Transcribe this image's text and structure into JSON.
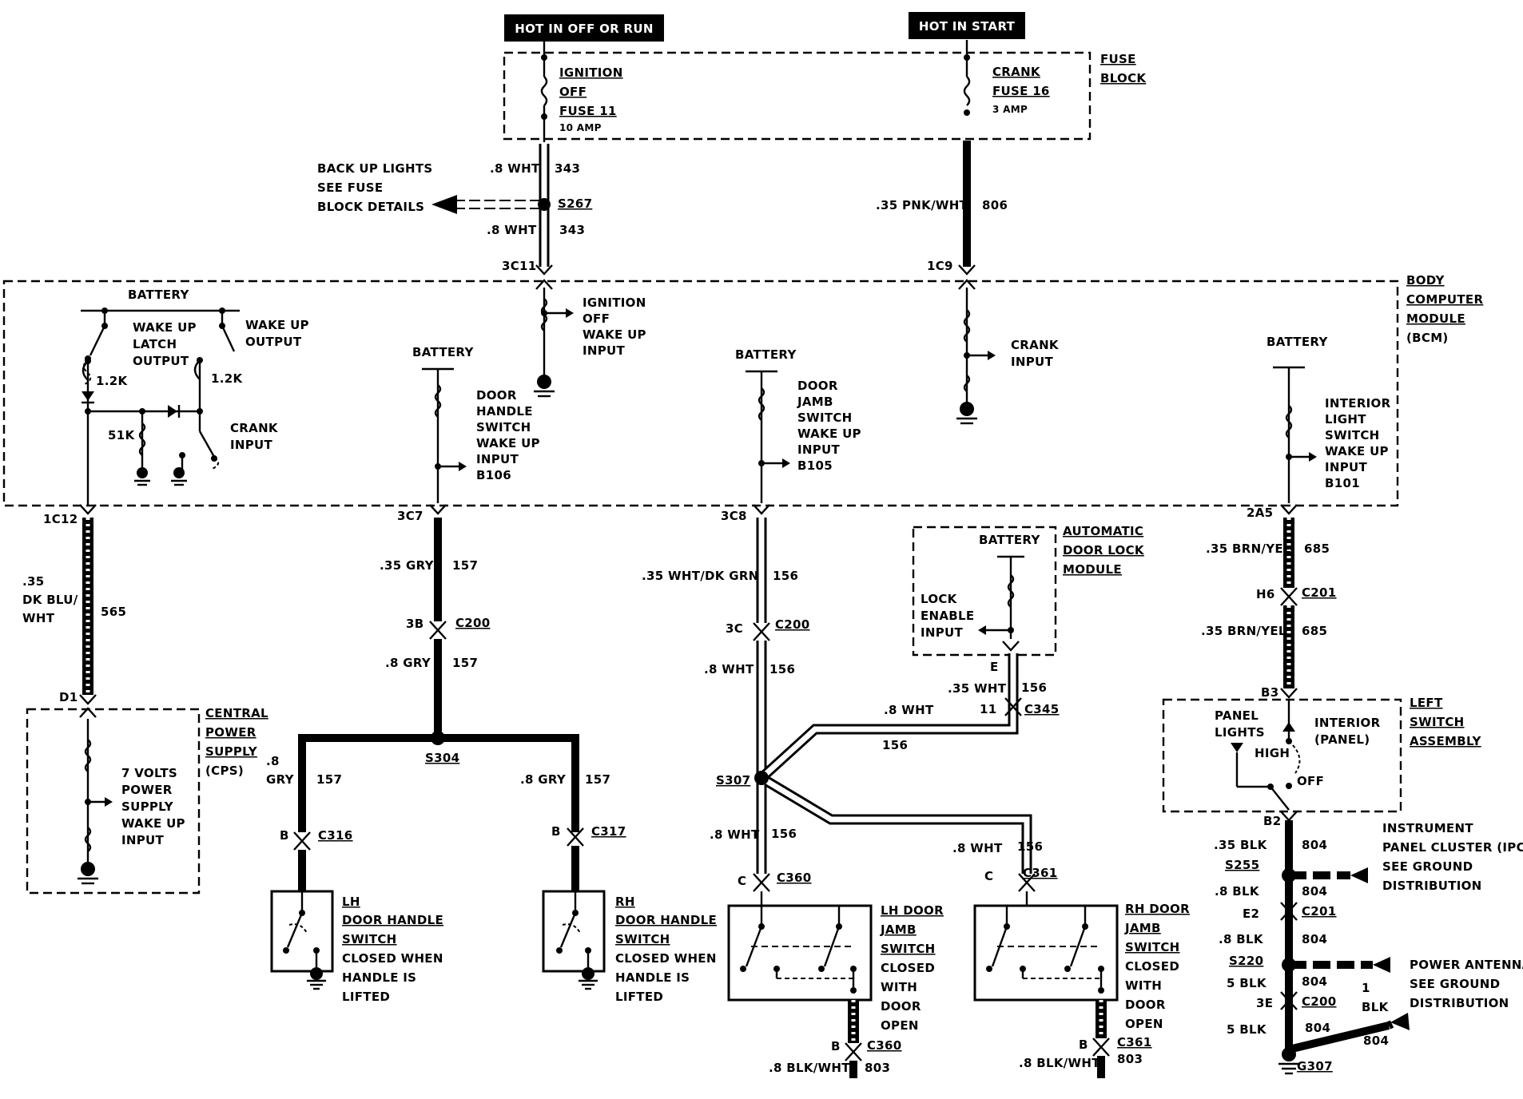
{
  "headers": {
    "hot_run": "HOT IN OFF OR RUN",
    "hot_start": "HOT IN START"
  },
  "fuse_block": {
    "title": [
      "FUSE",
      "BLOCK"
    ],
    "fuse11": [
      "IGNITION",
      "OFF",
      "FUSE 11",
      "10 AMP"
    ],
    "fuse16": [
      "CRANK",
      "FUSE 16",
      "3 AMP"
    ]
  },
  "backup": {
    "lines": [
      "BACK UP LIGHTS",
      "SEE FUSE",
      "BLOCK DETAILS"
    ]
  },
  "wires": {
    "w343_top": ".8 WHT",
    "c343_top": "343",
    "s267": "S267",
    "w343_bot": ".8 WHT",
    "c343_bot": "343",
    "w806": ".35 PNK/WHT",
    "c806": "806",
    "w565": [
      ".35",
      "DK BLU/",
      "WHT"
    ],
    "c565": "565",
    "w157a": ".35 GRY",
    "c157a": "157",
    "w157b": ".8 GRY",
    "c157b": "157",
    "s304": "S304",
    "w157c": [
      ".8",
      "GRY"
    ],
    "c157c": "157",
    "w157d": ".8 GRY",
    "c157d": "157",
    "w156a": ".35 WHT/DK GRN",
    "c156a": "156",
    "w156b": ".8 WHT",
    "c156b": "156",
    "s307": "S307",
    "w156c": ".8 WHT",
    "c156c": "156",
    "w156d": ".35 WHT",
    "c156d": "156",
    "w156e": ".8 WHT",
    "c156e": "156",
    "w156f": ".8 WHT",
    "c156f": "156",
    "w803a": ".8 BLK/WHT",
    "c803a": "803",
    "w803b": ".8 BLK/WHT",
    "c803b": "803",
    "w685a": ".35 BRN/YEL",
    "c685a": "685",
    "w685b": ".35 BRN/YEL",
    "c685b": "685",
    "w804a": ".35 BLK",
    "c804a": "804",
    "w804b": ".8 BLK",
    "c804b": "804",
    "w804c": ".8 BLK",
    "c804c": "804",
    "w804d": "5 BLK",
    "c804d": "804",
    "w804e": "5 BLK",
    "c804e": "804",
    "w804f": [
      "1",
      "BLK"
    ],
    "c804f": "804",
    "s255": "S255",
    "s220": "S220",
    "g307": "G307"
  },
  "connectors": {
    "3C11": "3C11",
    "1C9": "1C9",
    "1C12": "1C12",
    "3C7": "3C7",
    "3C8": "3C8",
    "2A5": "2A5",
    "3B": "3B",
    "C200a": "C200",
    "3C": "3C",
    "C200b": "C200",
    "H6": "H6",
    "C201a": "C201",
    "B3": "B3",
    "D1": "D1",
    "E": "E",
    "11": "11",
    "C345": "C345",
    "B_C316": "B",
    "C316": "C316",
    "B_C317": "B",
    "C317": "C317",
    "C_C360": "C",
    "C360": "C360",
    "C_C361": "C",
    "C361": "C361",
    "B_C360b": "B",
    "C360b": "C360",
    "B_C361b": "B",
    "C361b": "C361",
    "B2": "B2",
    "E2": "E2",
    "C201b": "C201",
    "3E": "3E",
    "C200c": "C200"
  },
  "bcm": {
    "title": [
      "BODY",
      "COMPUTER",
      "MODULE",
      "(BCM)"
    ],
    "battery1": "BATTERY",
    "wake_latch": [
      "WAKE UP",
      "LATCH",
      "OUTPUT"
    ],
    "wake_out": [
      "WAKE UP",
      "OUTPUT"
    ],
    "r1": "1.2K",
    "r2": "1.2K",
    "r3": "51K",
    "crank_in1": [
      "CRANK",
      "INPUT"
    ],
    "ign_wake": [
      "IGNITION",
      "OFF",
      "WAKE UP",
      "INPUT"
    ],
    "battery2": "BATTERY",
    "door_handle": [
      "DOOR",
      "HANDLE",
      "SWITCH",
      "WAKE UP",
      "INPUT",
      "B106"
    ],
    "battery3": "BATTERY",
    "door_jamb": [
      "DOOR",
      "JAMB",
      "SWITCH",
      "WAKE UP",
      "INPUT",
      "B105"
    ],
    "crank_in2": [
      "CRANK",
      "INPUT"
    ],
    "battery4": "BATTERY",
    "interior": [
      "INTERIOR",
      "LIGHT",
      "SWITCH",
      "WAKE UP",
      "INPUT",
      "B101"
    ]
  },
  "cps": {
    "title": [
      "CENTRAL",
      "POWER",
      "SUPPLY",
      "(CPS)"
    ],
    "input": [
      "7 VOLTS",
      "POWER",
      "SUPPLY",
      "WAKE UP",
      "INPUT"
    ]
  },
  "adl": {
    "title": [
      "AUTOMATIC",
      "DOOR LOCK",
      "MODULE"
    ],
    "battery": "BATTERY",
    "lock": [
      "LOCK",
      "ENABLE",
      "INPUT"
    ]
  },
  "lsa": {
    "title": [
      "LEFT",
      "SWITCH",
      "ASSEMBLY"
    ],
    "panel": [
      "PANEL",
      "LIGHTS"
    ],
    "interior": [
      "INTERIOR",
      "(PANEL)"
    ],
    "high": "HIGH",
    "off": "OFF"
  },
  "switches": {
    "lh_handle": [
      "LH",
      "DOOR HANDLE",
      "SWITCH",
      "CLOSED WHEN",
      "HANDLE IS",
      "LIFTED"
    ],
    "rh_handle": [
      "RH",
      "DOOR HANDLE",
      "SWITCH",
      "CLOSED WHEN",
      "HANDLE IS",
      "LIFTED"
    ],
    "lh_jamb": [
      "LH DOOR",
      "JAMB",
      "SWITCH",
      "CLOSED",
      "WITH",
      "DOOR",
      "OPEN"
    ],
    "rh_jamb": [
      "RH DOOR",
      "JAMB",
      "SWITCH",
      "CLOSED",
      "WITH",
      "DOOR",
      "OPEN"
    ]
  },
  "ipc": [
    "INSTRUMENT",
    "PANEL CLUSTER (IPC)",
    "SEE GROUND",
    "DISTRIBUTION"
  ],
  "antenna": [
    "POWER ANTENNA",
    "SEE GROUND",
    "DISTRIBUTION"
  ]
}
